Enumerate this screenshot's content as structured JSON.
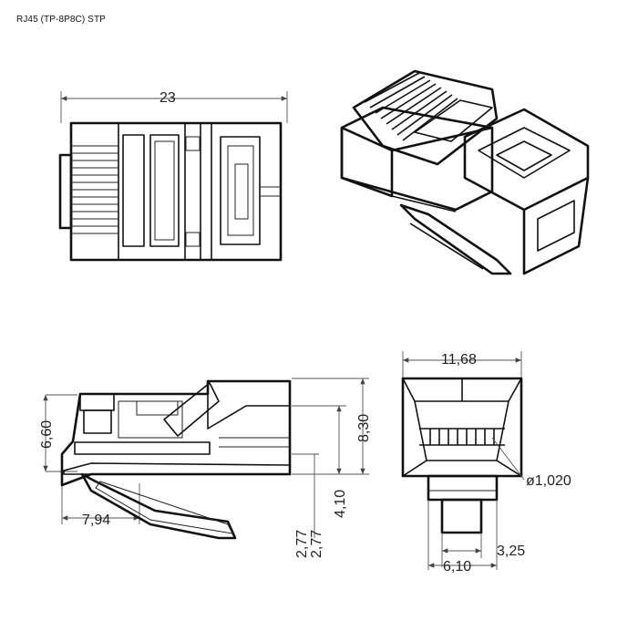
{
  "title": "RJ45 (TP-8P8C) STP",
  "dimensions": {
    "top_width": "23",
    "front_width": "11,68",
    "height_total": "8,30",
    "height_body": "6,60",
    "height_lower": "4,10",
    "latch_a": "2,77",
    "latch_b": "2,77",
    "latch_length": "7,94",
    "contact_dia": "ø1,020",
    "tab_width": "3,25",
    "base_width": "6,10"
  },
  "views": [
    "top view",
    "isometric view",
    "side section view",
    "front view"
  ],
  "colors": {
    "line": "#111111",
    "dimension": "#555555",
    "background": "#ffffff"
  }
}
